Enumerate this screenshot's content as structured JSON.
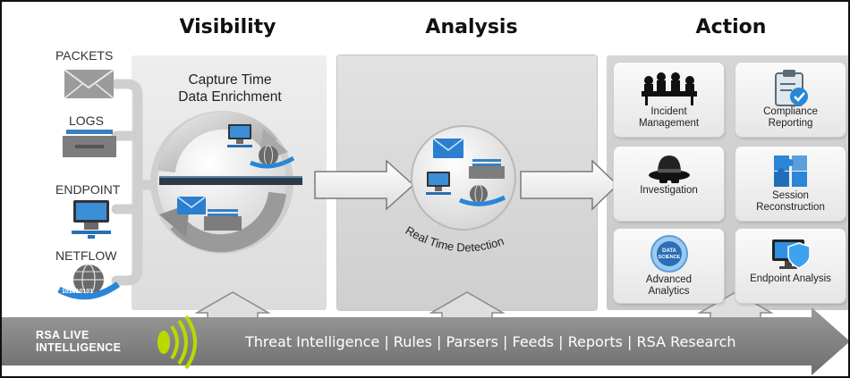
{
  "headers": {
    "visibility": "Visibility",
    "analysis": "Analysis",
    "action": "Action"
  },
  "sources": [
    "PACKETS",
    "LOGS",
    "ENDPOINT",
    "NETFLOW"
  ],
  "capture": {
    "title_line1": "Capture Time",
    "title_line2": "Data Enrichment"
  },
  "analysis": {
    "detection_label": "Real Time Detection"
  },
  "binary_text": "101010101",
  "actions": [
    {
      "label": "Incident\nManagement",
      "icon": "meeting-people-icon"
    },
    {
      "label": "Compliance\nReporting",
      "icon": "clipboard-check-icon"
    },
    {
      "label": "Investigation",
      "icon": "spy-hat-icon"
    },
    {
      "label": "Session\nReconstruction",
      "icon": "puzzle-icon"
    },
    {
      "label": "Advanced\nAnalytics",
      "icon": "data-science-badge-icon"
    },
    {
      "label": "Endpoint Analysis",
      "icon": "monitor-shield-icon"
    }
  ],
  "data_science_badge": {
    "line1": "DATA",
    "line2": "SCIENCE"
  },
  "bottom": {
    "brand_line1": "RSA LIVE",
    "brand_line2": "INTELLIGENCE",
    "feeds": "Threat Intelligence | Rules | Parsers | Feeds | Reports | RSA Research"
  },
  "colors": {
    "arrow_gray": "#8a8a8a",
    "accent_green": "#7fbf26",
    "accent_blue": "#2a86d6",
    "panel_gray": "#d9d9d9"
  }
}
